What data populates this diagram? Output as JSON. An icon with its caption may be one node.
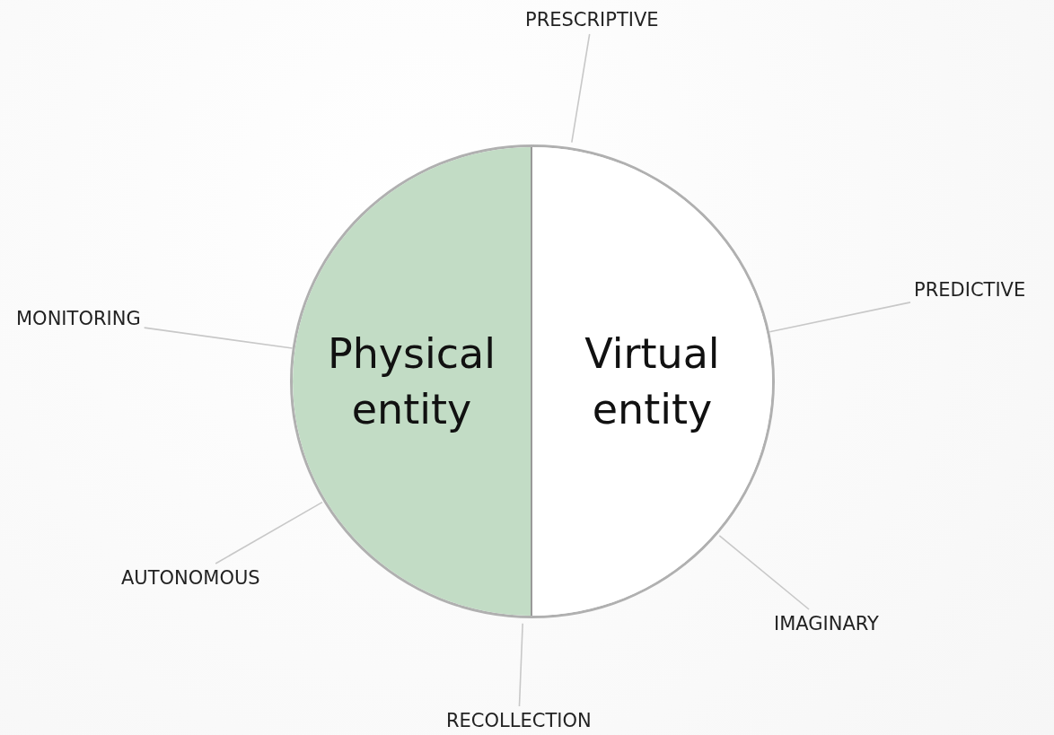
{
  "diagram": {
    "nodes": [
      {
        "text": [],
        "shape": "circle"
      },
      {
        "text": [
          "Physical entity"
        ],
        "in": 0
      },
      {
        "text": [
          "Virtual entity"
        ],
        "in": 0
      },
      {
        "text": [
          "PRESCRIPTIVE"
        ]
      },
      {
        "text": [
          "MONITORING"
        ]
      },
      {
        "text": [
          "PREDICTIVE"
        ]
      },
      {
        "text": [
          "AUTONOMOUS"
        ]
      },
      {
        "text": [
          "IMAGINARY"
        ]
      },
      {
        "text": [
          "RECOLLECTION"
        ]
      }
    ],
    "edges": [
      {
        "from": 3,
        "to": 2,
        "arrow": "none"
      },
      {
        "from": 4,
        "to": 1,
        "arrow": "none"
      },
      {
        "from": 5,
        "to": 2,
        "arrow": "none"
      },
      {
        "from": 6,
        "to": 1,
        "arrow": "none"
      },
      {
        "from": 7,
        "to": 2,
        "arrow": "none"
      },
      {
        "from": 8,
        "to": 0,
        "arrow": "none"
      }
    ]
  }
}
